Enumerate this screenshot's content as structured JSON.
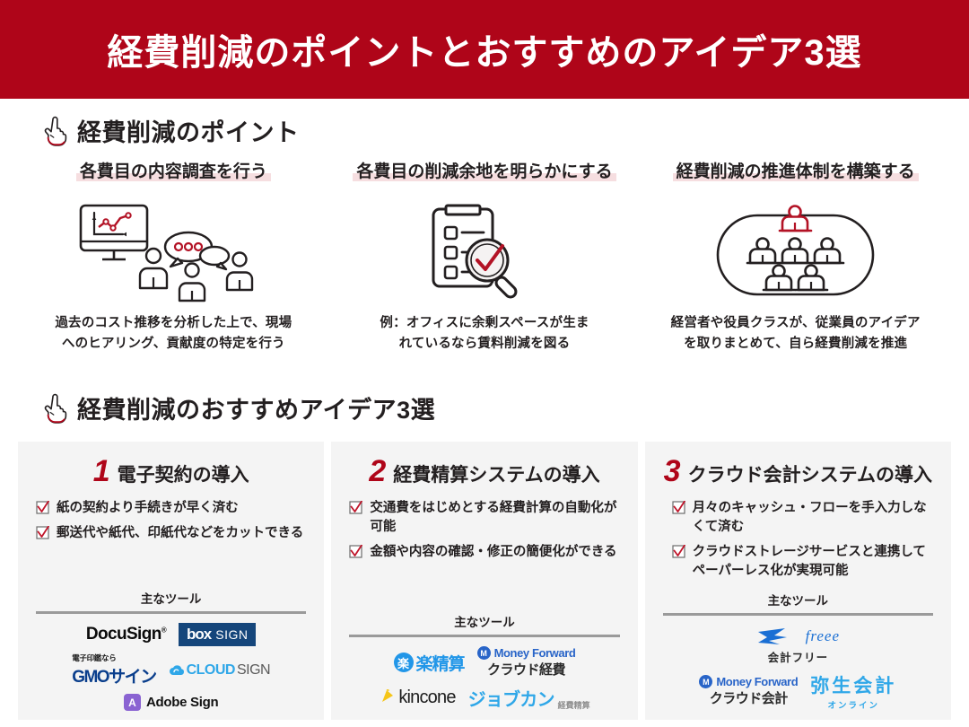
{
  "header": {
    "title": "経費削減のポイントとおすすめのアイデア3選",
    "band_color": "#AF0519"
  },
  "section_points": {
    "heading": "経費削減のポイント",
    "icon": "pointing-hand-icon",
    "highlight_color": "#F6DEE0",
    "columns": [
      {
        "title": "各費目の内容調査を行う",
        "art": "monitor-chart-people-icon",
        "description": "過去のコスト推移を分析した上で、現場\nへのヒアリング、貢献度の特定を行う",
        "desc_line1": "過去のコスト推移を分析した上で、現場",
        "desc_line2": "へのヒアリング、貢献度の特定を行う"
      },
      {
        "title": "各費目の削減余地を明らかにする",
        "art": "clipboard-magnifier-icon",
        "description": "例：オフィスに余剰スペースが生ま\nれているなら賃料削減を図る",
        "desc_line1": "例：オフィスに余剰スペースが生ま",
        "desc_line2": "れているなら賃料削減を図る"
      },
      {
        "title": "経費削減の推進体制を構築する",
        "art": "org-team-icon",
        "description": "経営者や役員クラスが、従業員のアイデア\nを取りまとめて、自ら経費削減を推進",
        "desc_line1": "経営者や役員クラスが、従業員のアイデア",
        "desc_line2": "を取りまとめて、自ら経費削減を推進"
      }
    ]
  },
  "section_ideas": {
    "heading": "経費削減のおすすめアイデア3選",
    "icon": "pointing-hand-icon",
    "tools_label": "主なツール",
    "cards": [
      {
        "number": "1",
        "title": "電子契約の導入",
        "bullets": [
          "紙の契約より手続きが早く済む",
          "郵送代や紙代、印紙代などをカットできる"
        ],
        "tools_label": "主なツール",
        "logos": [
          {
            "name": "DocuSign",
            "sup": "®"
          },
          {
            "name": "box SIGN",
            "part1": "box",
            "part2": "SIGN"
          },
          {
            "name": "GMOサイン",
            "sub": "電子印鑑なら",
            "main": "GMOサイン"
          },
          {
            "name": "CLOUDSIGN",
            "part1": "CLOUD",
            "part2": "SIGN"
          },
          {
            "name": "Adobe Sign",
            "mark": "A",
            "text": "Adobe Sign"
          }
        ]
      },
      {
        "number": "2",
        "title": "経費精算システムの導入",
        "bullets": [
          "交通費をはじめとする経費計算の自動化が可能",
          "金額や内容の確認・修正の簡便化ができる"
        ],
        "tools_label": "主なツール",
        "logos": [
          {
            "name": "楽楽精算",
            "mark": "楽",
            "text": "楽精算"
          },
          {
            "name": "Money Forward クラウド経費",
            "brand": "Money Forward",
            "sub": "クラウド経費"
          },
          {
            "name": "kincone",
            "text": "kincone"
          },
          {
            "name": "ジョブカン 経費精算",
            "main": "ジョブカン",
            "sub": "経費精算"
          }
        ]
      },
      {
        "number": "3",
        "title": "クラウド会計システムの導入",
        "bullets": [
          "月々のキャッシュ・フローを手入力しなくて済む",
          "クラウドストレージサービスと連携してペーパーレス化が実現可能"
        ],
        "tools_label": "主なツール",
        "logos": [
          {
            "name": "freee 会計フリー",
            "word": "freee",
            "sub": "会計フリー"
          },
          {
            "name": "Money Forward クラウド会計",
            "brand": "Money Forward",
            "sub": "クラウド会計"
          },
          {
            "name": "弥生会計 オンライン",
            "main": "弥生会計",
            "sub": "オンライン"
          }
        ]
      }
    ]
  },
  "colors": {
    "brand_red": "#AF0519",
    "ink": "#231f20",
    "card_bg": "#F4F4F4",
    "highlight_pink": "#F6DEE0",
    "rule_gray": "#9a9a9a"
  }
}
